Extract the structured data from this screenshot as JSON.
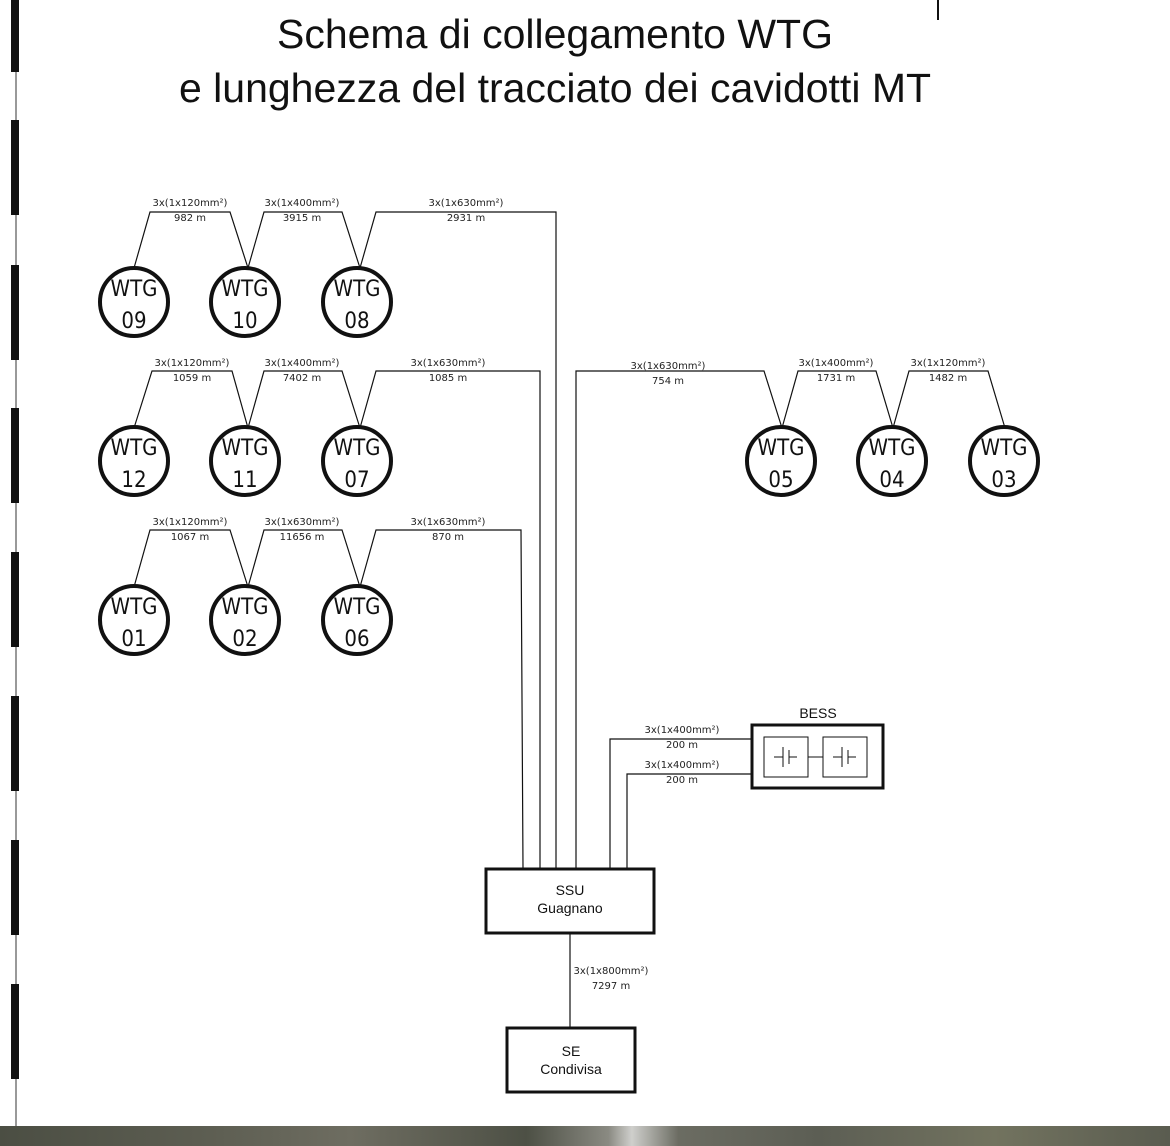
{
  "title": {
    "line1": "Schema di collegamento WTG",
    "line2": "e lunghezza del tracciato dei cavidotti MT"
  },
  "turbines": [
    {
      "id": "09",
      "prefix": "WTG"
    },
    {
      "id": "10",
      "prefix": "WTG"
    },
    {
      "id": "08",
      "prefix": "WTG"
    },
    {
      "id": "12",
      "prefix": "WTG"
    },
    {
      "id": "11",
      "prefix": "WTG"
    },
    {
      "id": "07",
      "prefix": "WTG"
    },
    {
      "id": "01",
      "prefix": "WTG"
    },
    {
      "id": "02",
      "prefix": "WTG"
    },
    {
      "id": "06",
      "prefix": "WTG"
    },
    {
      "id": "05",
      "prefix": "WTG"
    },
    {
      "id": "04",
      "prefix": "WTG"
    },
    {
      "id": "03",
      "prefix": "WTG"
    }
  ],
  "cables": [
    {
      "section": "3x(1x120mm²)",
      "length": "982 m"
    },
    {
      "section": "3x(1x400mm²)",
      "length": "3915 m"
    },
    {
      "section": "3x(1x630mm²)",
      "length": "2931 m"
    },
    {
      "section": "3x(1x120mm²)",
      "length": "1059 m"
    },
    {
      "section": "3x(1x400mm²)",
      "length": "7402 m"
    },
    {
      "section": "3x(1x630mm²)",
      "length": "1085 m"
    },
    {
      "section": "3x(1x120mm²)",
      "length": "1067 m"
    },
    {
      "section": "3x(1x630mm²)",
      "length": "11656 m"
    },
    {
      "section": "3x(1x630mm²)",
      "length": "870 m"
    },
    {
      "section": "3x(1x630mm²)",
      "length": "754 m"
    },
    {
      "section": "3x(1x400mm²)",
      "length": "1731 m"
    },
    {
      "section": "3x(1x120mm²)",
      "length": "1482 m"
    },
    {
      "section": "3x(1x400mm²)",
      "length": "200 m"
    },
    {
      "section": "3x(1x400mm²)",
      "length": "200 m"
    },
    {
      "section": "3x(1x800mm²)",
      "length": "7297 m"
    }
  ],
  "ssu": {
    "line1": "SSU",
    "line2": "Guagnano"
  },
  "se": {
    "line1": "SE",
    "line2": "Condivisa"
  },
  "bess": {
    "label": "BESS"
  }
}
